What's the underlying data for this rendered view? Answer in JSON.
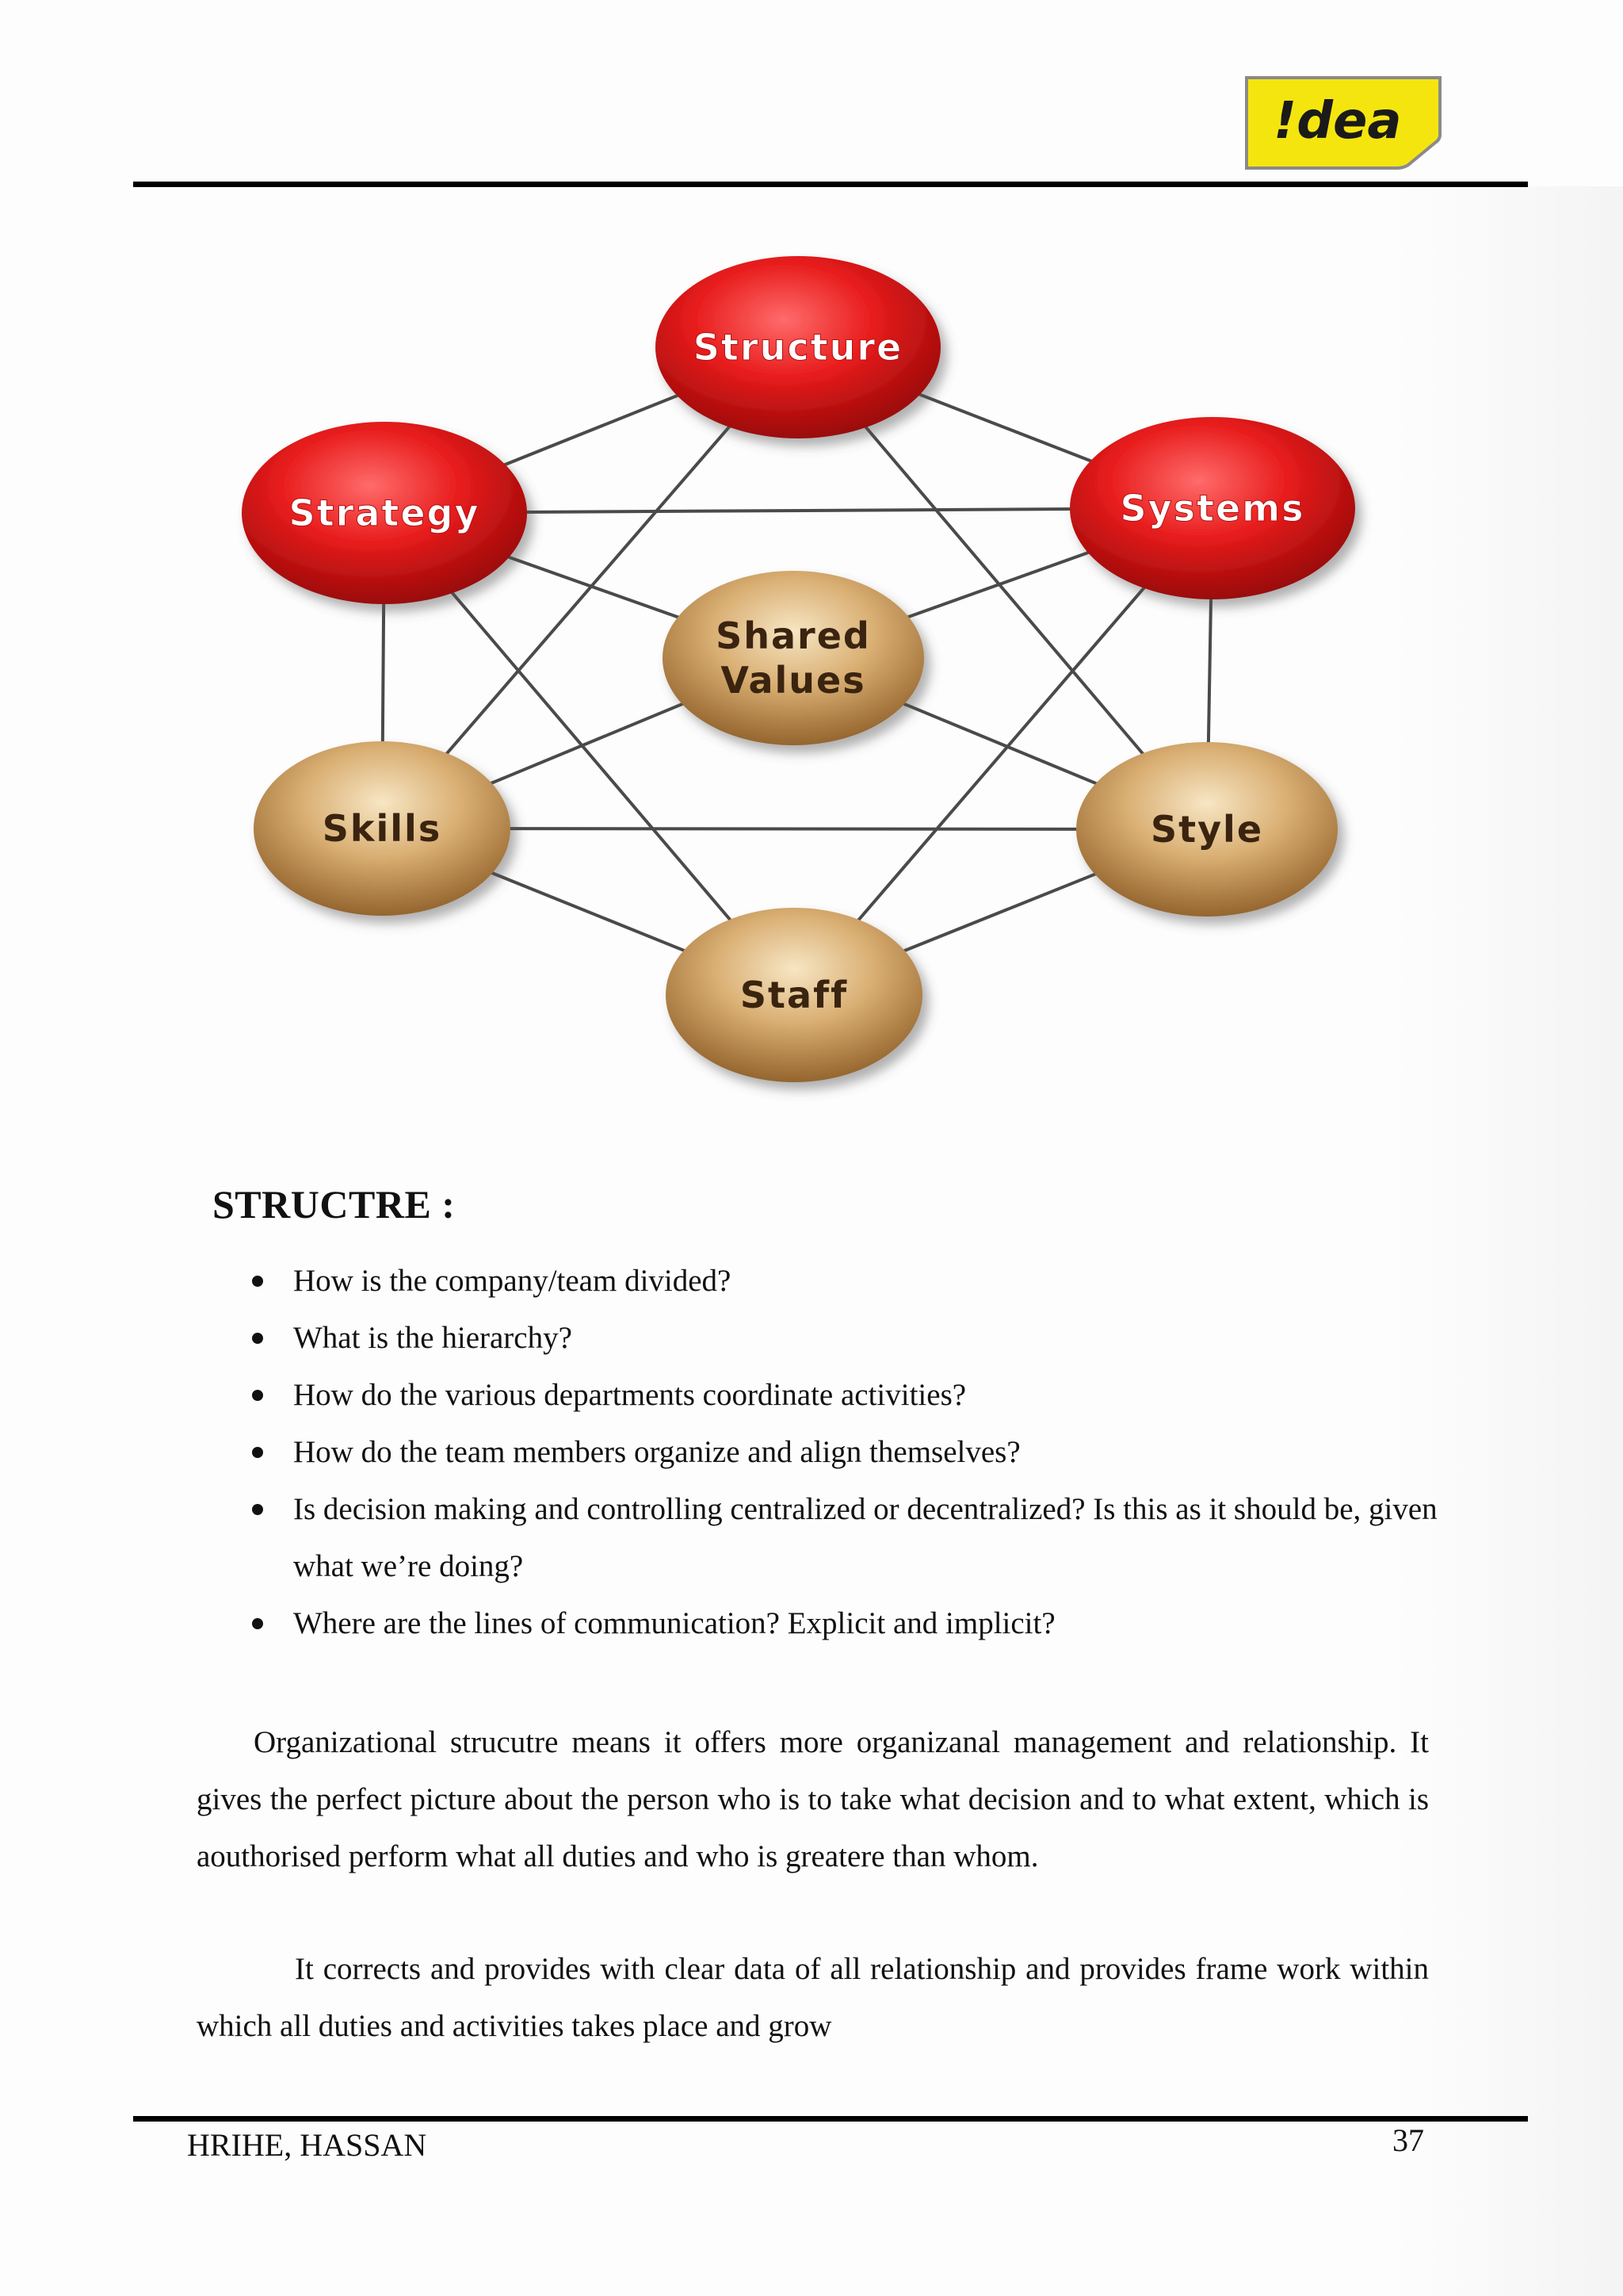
{
  "logo": {
    "text": "!dea",
    "bg_color": "#f5e50e",
    "border_color": "#8a8a8a",
    "text_color": "#1a1a1a"
  },
  "diagram": {
    "red_color": "#e81c1c",
    "gold_color": "#c8964f",
    "nodes": {
      "structure": [
        "Structure"
      ],
      "strategy": [
        "Strategy"
      ],
      "systems": [
        "Systems"
      ],
      "shared_values": [
        "Shared",
        "Values"
      ],
      "skills": [
        "Skills"
      ],
      "style": [
        "Style"
      ],
      "staff": [
        "Staff"
      ]
    }
  },
  "section": {
    "heading": "STRUCTRE :",
    "bullets": [
      "How is the company/team divided?",
      "What is the hierarchy?",
      "How do the various departments coordinate activities?",
      "How do the team members organize and align themselves?",
      "Is decision making and controlling centralized or decentralized? Is this as it should be, given what we’re doing?",
      "Where are the lines of communication? Explicit and implicit?"
    ],
    "paragraph1": "Organizational strucutre means it offers more organizanal management and relationship. It gives the perfect picture about the person who is to take what decision and to what extent, which is aouthorised perform what all duties and who is greatere than whom.",
    "paragraph2": "It corrects and provides with clear data of all relationship and provides frame work within which all duties and activities takes place and grow"
  },
  "footer": {
    "name": "HRIHE, HASSAN",
    "page_number": "37"
  }
}
